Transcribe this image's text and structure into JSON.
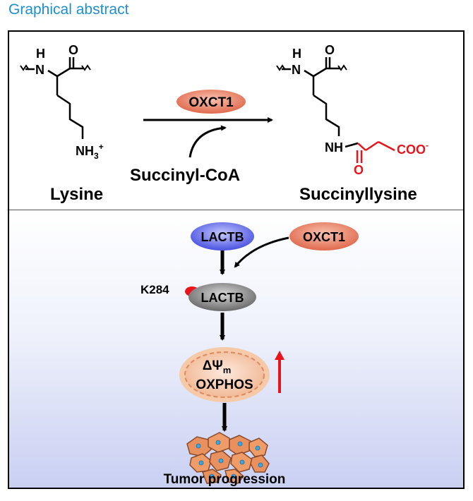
{
  "heading": "Graphical abstract",
  "top": {
    "lysine": {
      "h": "H",
      "n": "N",
      "o": "O",
      "nh3": "NH",
      "nh3_sub": "3",
      "nh3_sup": "+",
      "name": "Lysine"
    },
    "enzyme": "OXCT1",
    "cofactor": "Succinyl-CoA",
    "product": {
      "h": "H",
      "n": "N",
      "o": "O",
      "nh": "NH",
      "o2": "O",
      "coo": "COO",
      "coo_sup": "-",
      "name": "Succinyllysine"
    }
  },
  "bottom": {
    "lactb_top": "LACTB",
    "oxct1": "OXCT1",
    "k284": "K284",
    "lactb_mod": "LACTB",
    "mito_line1_main": "ΔΨ",
    "mito_line1_sub": "m",
    "mito_line2": "OXPHOS",
    "tumor": "Tumor progression"
  },
  "colors": {
    "heading": "#1e8fd0",
    "succinyl_red": "#e8141b",
    "lactb_blue": "#5b63e6",
    "oxct1_salmon": "#e8826a",
    "lactb_grey": "#7a7a7a",
    "mito": "#f2b996"
  }
}
